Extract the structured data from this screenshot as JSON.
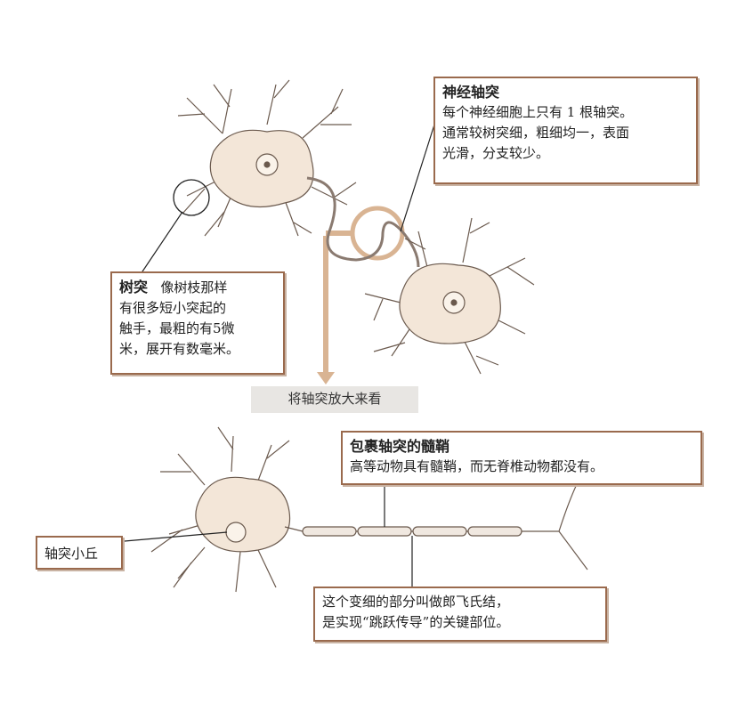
{
  "axon_box": {
    "title": "神经轴突",
    "line1": "每个神经细胞上只有 1 根轴突。",
    "line2": "通常较树突细，粗细均一，表面",
    "line3": "光滑，分支较少。"
  },
  "dendrite_box": {
    "title": "树突",
    "line1_rest": "像树枝那样",
    "line2": "有很多短小突起的",
    "line3": "触手，最粗的有5微",
    "line4": "米，展开有数毫米。"
  },
  "zoom_label": "将轴突放大来看",
  "myelin_box": {
    "title": "包裹轴突的髓鞘",
    "text": "高等动物具有髓鞘，而无脊椎动物都没有。"
  },
  "hillock_label": "轴突小丘",
  "ranvier_box": {
    "line1": "这个变细的部分叫做郎飞氏结，",
    "line2": "是实现“跳跃传导”的关键部位。"
  },
  "colors": {
    "border": "#9a6a4d",
    "cell_fill": "#f3e6d8",
    "nucleus_fill": "#faf3ea",
    "membrane": "#6b5a4e",
    "zoom_arrow": "#d9b493"
  },
  "icons": [
    "neuron-drawing",
    "magnifier-circle",
    "down-arrow"
  ]
}
